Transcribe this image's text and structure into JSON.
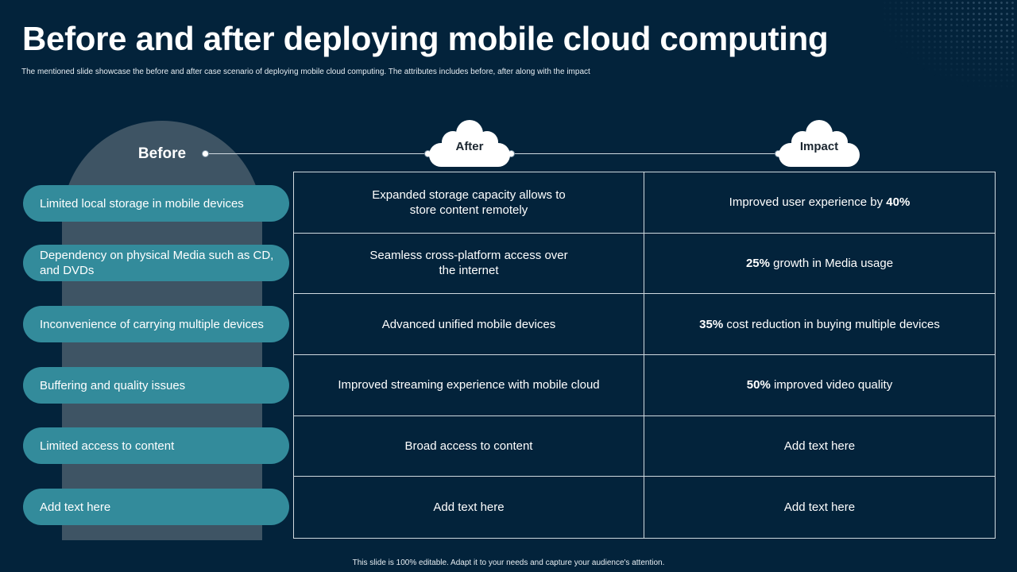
{
  "title": "Before and after deploying mobile cloud computing",
  "subtitle": "The mentioned  slide showcase the before and after case scenario of deploying mobile cloud computing. The  attributes includes before, after along with the impact",
  "columns": {
    "before": "Before",
    "after": "After",
    "impact": "Impact"
  },
  "rows": [
    {
      "before": "Limited local storage in mobile devices",
      "after": "Expanded storage capacity allows to store content remotely",
      "impact_bold": "",
      "impact": "Improved user experience by ",
      "impact_tail": "40%"
    },
    {
      "before": "Dependency on physical Media such as CD, and DVDs",
      "after": "Seamless cross-platform access over the internet",
      "impact_bold": "25%",
      "impact": " growth in Media usage",
      "impact_tail": ""
    },
    {
      "before": "Inconvenience  of carrying multiple devices",
      "after": "Advanced unified mobile devices",
      "impact_bold": "35%",
      "impact": " cost reduction in buying multiple  devices",
      "impact_tail": ""
    },
    {
      "before": "Buffering and quality  issues",
      "after": "Improved streaming experience with mobile cloud",
      "impact_bold": "50%",
      "impact": " improved video quality",
      "impact_tail": ""
    },
    {
      "before": "Limited access to content",
      "after": "Broad access to content",
      "impact_bold": "",
      "impact": "Add text here",
      "impact_tail": ""
    },
    {
      "before": "Add text here",
      "after": "Add text here",
      "impact_bold": "",
      "impact": "Add text here",
      "impact_tail": ""
    }
  ],
  "footer": "This slide is 100% editable.  Adapt it to your needs and capture your audience's attention.",
  "icons": {
    "cloud": "cloud-icon"
  },
  "colors": {
    "background": "#03233b",
    "pill": "#338b9b",
    "arch": "#3e5464",
    "grid_line": "#d0d9df",
    "cloud": "#ffffff"
  }
}
